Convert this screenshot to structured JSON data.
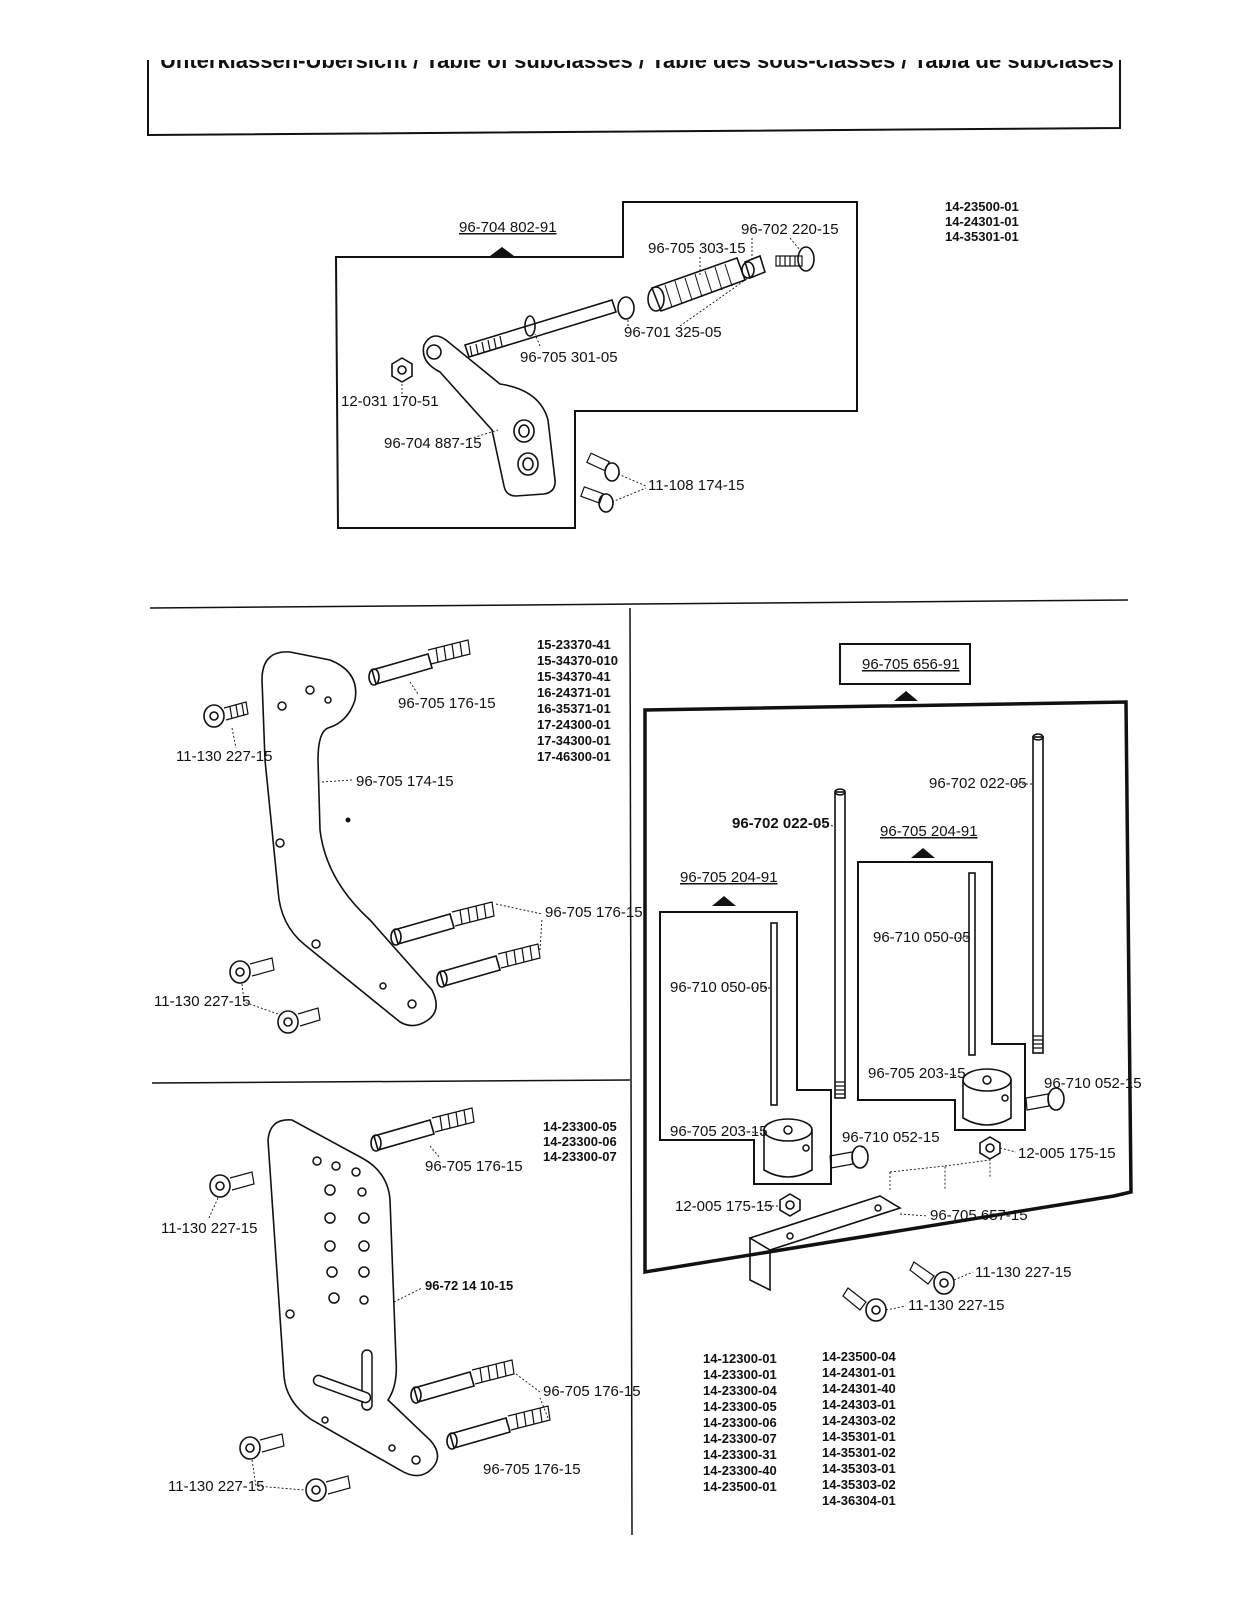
{
  "header": {
    "title": "Unterklassen-Übersicht / Table of subclasses / Table des sous-classes / Tabla de subclases"
  },
  "panel_top": {
    "assembly": "96-704 802-91",
    "parts": {
      "p1": "96-702 220-15",
      "p2": "96-705 303-15",
      "p3": "96-701 325-05",
      "p4": "96-705 301-05",
      "p5": "12-031 170-51",
      "p6": "96-704 887-15",
      "p7": "11-108 174-15"
    },
    "subclasses": [
      "14-23500-01",
      "14-24301-01",
      "14-35301-01"
    ]
  },
  "panel_mid_left": {
    "parts": {
      "screw_top": "11-130 227-15",
      "spacer_top": "96-705 176-15",
      "plate": "96-705 174-15",
      "spacer_low": "96-705 176-15",
      "screw_low": "11-130 227-15"
    },
    "subclasses": [
      "15-23370-41",
      "15-34370-010",
      "15-34370-41",
      "16-24371-01",
      "16-35371-01",
      "17-24300-01",
      "17-34300-01",
      "17-46300-01"
    ]
  },
  "panel_right": {
    "assembly": "96-705 656-91",
    "sub_left": "96-705 204-91",
    "sub_right": "96-705 204-91",
    "parts": {
      "rod_left": "96-702 022-05",
      "rod_right": "96-702 022-05",
      "pin_left": "96-710 050-05",
      "pin_right": "96-710 050-05",
      "collar_left": "96-705 203-15",
      "collar_right": "96-705 203-15",
      "thumb_left": "96-710 052-15",
      "thumb_right": "96-710 052-15",
      "nut_left": "12-005 175-15",
      "nut_right": "12-005 175-15",
      "bracket": "96-705 657-15",
      "screw_a": "11-130 227-15",
      "screw_b": "11-130 227-15"
    },
    "subclasses_col1": [
      "14-12300-01",
      "14-23300-01",
      "14-23300-04",
      "14-23300-05",
      "14-23300-06",
      "14-23300-07",
      "14-23300-31",
      "14-23300-40",
      "14-23500-01"
    ],
    "subclasses_col2": [
      "14-23500-04",
      "14-24301-01",
      "14-24301-40",
      "14-24303-01",
      "14-24303-02",
      "14-35301-01",
      "14-35301-02",
      "14-35303-01",
      "14-35303-02",
      "14-36304-01"
    ]
  },
  "panel_bottom_left": {
    "parts": {
      "screw_top": "11-130 227-15",
      "spacer_top": "96-705 176-15",
      "plate": "96-72 14 10-15",
      "spacer_a": "96-705 176-15",
      "spacer_b": "96-705 176-15",
      "screw_low": "11-130 227-15"
    },
    "subclasses": [
      "14-23300-05",
      "14-23300-06",
      "14-23300-07"
    ]
  }
}
